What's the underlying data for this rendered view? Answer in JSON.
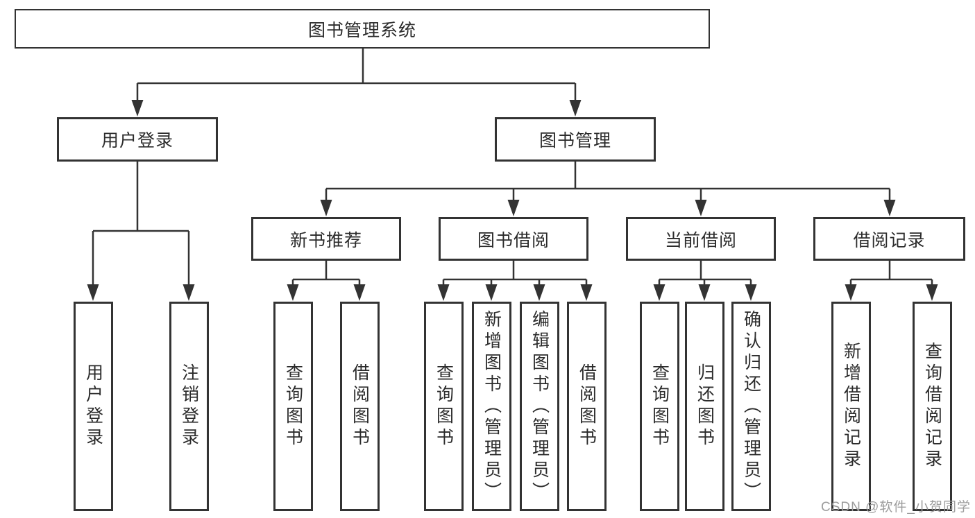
{
  "diagram": {
    "tree": {
      "root": "图书管理系统",
      "children": [
        {
          "label": "用户登录",
          "children": [
            {
              "label": "用户登录"
            },
            {
              "label": "注销登录"
            }
          ]
        },
        {
          "label": "图书管理",
          "children": [
            {
              "label": "新书推荐",
              "children": [
                {
                  "label": "查询图书"
                },
                {
                  "label": "借阅图书"
                }
              ]
            },
            {
              "label": "图书借阅",
              "children": [
                {
                  "label": "查询图书"
                },
                {
                  "label": "新增图书（管理员）"
                },
                {
                  "label": "编辑图书（管理员）"
                },
                {
                  "label": "借阅图书"
                }
              ]
            },
            {
              "label": "当前借阅",
              "children": [
                {
                  "label": "查询图书"
                },
                {
                  "label": "归还图书"
                },
                {
                  "label": "确认归还（管理员）"
                }
              ]
            },
            {
              "label": "借阅记录",
              "children": [
                {
                  "label": "新增借阅记录"
                },
                {
                  "label": "查询借阅记录"
                }
              ]
            }
          ]
        }
      ]
    },
    "watermark": "CSDN @软件_小贺同学",
    "colors": {
      "line": "#333333",
      "text": "#2b2b2b",
      "watermark": "#9c9c9c",
      "background": "#ffffff"
    }
  }
}
